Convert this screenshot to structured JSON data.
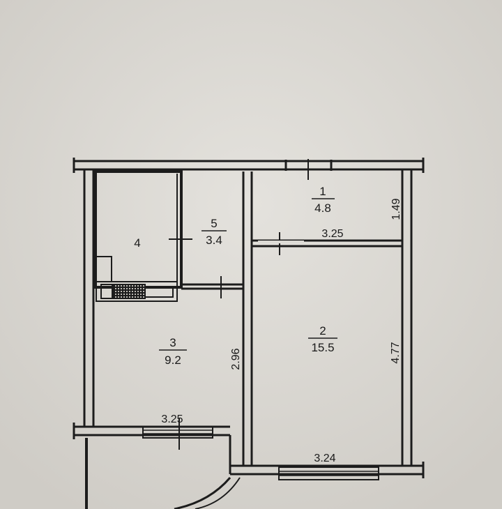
{
  "rooms": [
    {
      "id": "1",
      "number": "1",
      "area": "4.8"
    },
    {
      "id": "2",
      "number": "2",
      "area": "15.5"
    },
    {
      "id": "3",
      "number": "3",
      "area": "9.2"
    },
    {
      "id": "4",
      "number": "4",
      "area": ""
    },
    {
      "id": "5",
      "number": "5",
      "area": "3.4"
    }
  ],
  "dimensions": {
    "room1_height": "1.49",
    "room1_width": "3.25",
    "room2_height": "4.77",
    "room2_width": "3.24",
    "room3_height": "2.96",
    "room3_width": "3.25"
  },
  "colors": {
    "paper": "#dcdad5",
    "wall": "#1c1c1c"
  }
}
